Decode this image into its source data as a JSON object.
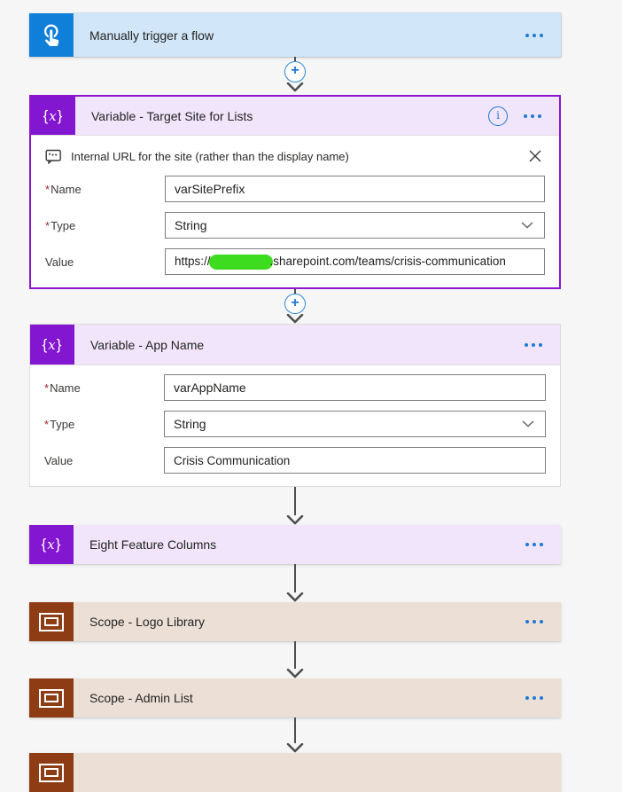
{
  "trigger": {
    "title": "Manually trigger a flow"
  },
  "connectors": {
    "plus_label": "+"
  },
  "variable_target_site": {
    "title": "Variable - Target Site for Lists",
    "comment": "Internal URL for the site (rather than the display name)",
    "name_label": "Name",
    "type_label": "Type",
    "value_label": "Value",
    "name_value": "varSitePrefix",
    "type_value": "String",
    "value_prefix": "https://",
    "value_suffix": ".sharepoint.com/teams/crisis-communication"
  },
  "variable_app_name": {
    "title": "Variable - App Name",
    "name_label": "Name",
    "type_label": "Type",
    "value_label": "Value",
    "name_value": "varAppName",
    "type_value": "String",
    "value_value": "Crisis Communication"
  },
  "eight_feature_columns": {
    "title": "Eight Feature Columns"
  },
  "scope_logo_library": {
    "title": "Scope - Logo Library"
  },
  "scope_admin_list": {
    "title": "Scope - Admin List"
  },
  "required_marker": "*",
  "accent_colors": {
    "trigger_blue": "#0f7fd9",
    "variable_purple": "#8316d0",
    "scope_brown": "#8e3c13",
    "selected_border": "#8c15cf",
    "link_blue": "#1f7ad4",
    "redaction_green": "#3edc1f"
  }
}
